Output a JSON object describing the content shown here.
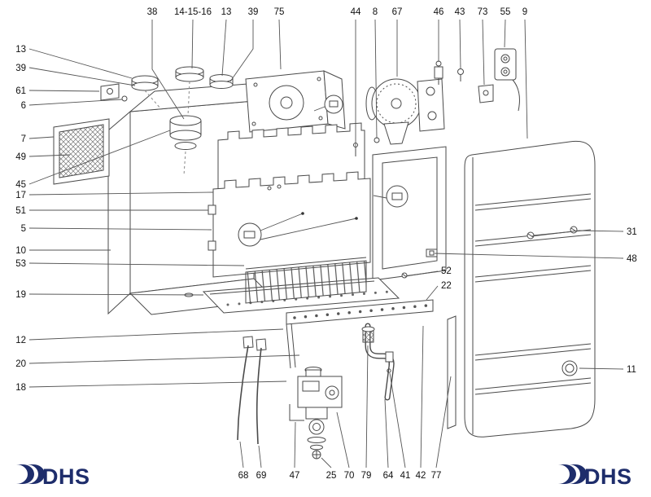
{
  "labels": {
    "top": [
      "38",
      "14-15-16",
      "13",
      "39",
      "75",
      "44",
      "8",
      "67",
      "46",
      "43",
      "73",
      "55",
      "9"
    ],
    "left": [
      "13",
      "39",
      "61",
      "6",
      "7",
      "49",
      "45",
      "17",
      "51",
      "5",
      "10",
      "53",
      "19",
      "12",
      "20",
      "18"
    ],
    "right": [
      "31",
      "48",
      "11"
    ],
    "inner_right": [
      "52",
      "22"
    ],
    "bottom": [
      "68",
      "69",
      "47",
      "25",
      "70",
      "79",
      "64",
      "41",
      "42",
      "77"
    ]
  },
  "logo": {
    "text": "DHS"
  },
  "colors": {
    "line": "#4a4a4a",
    "label_text": "#111111",
    "logo": "#1e2d6b",
    "background": "#ffffff"
  }
}
